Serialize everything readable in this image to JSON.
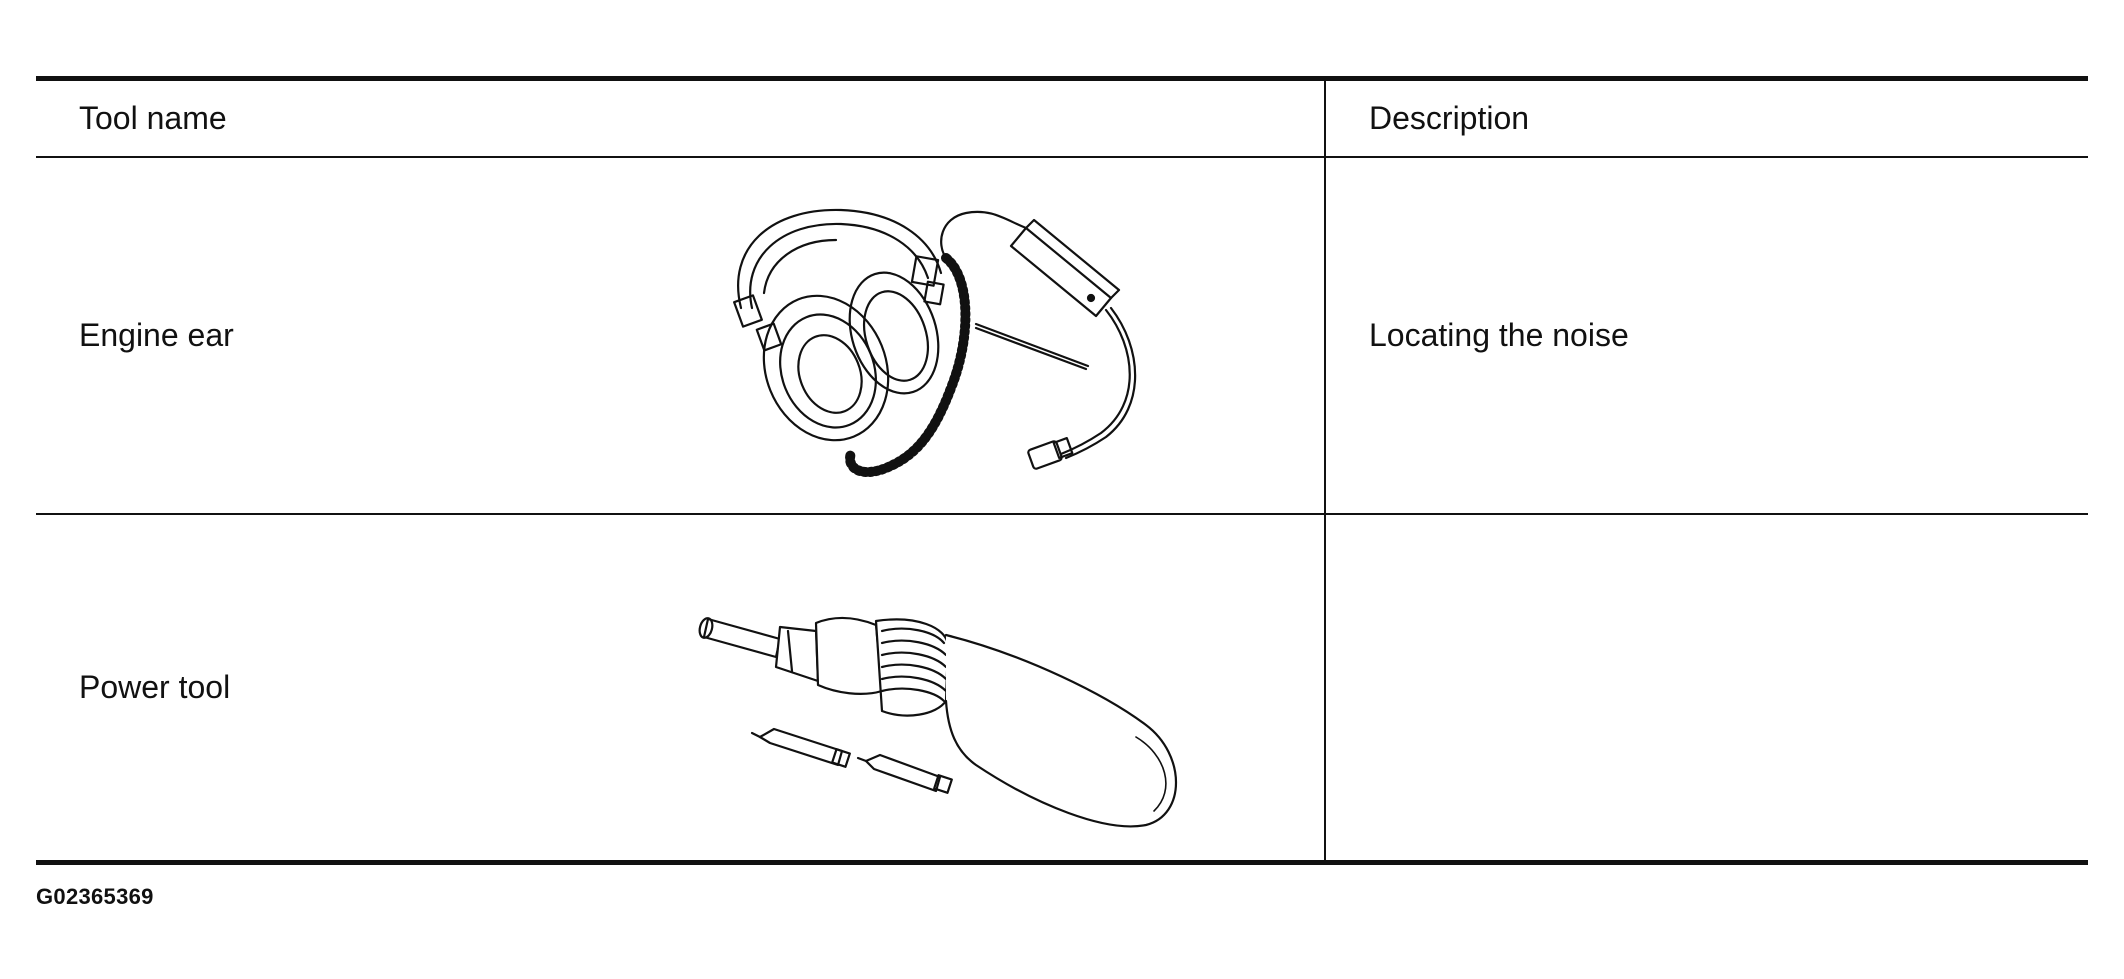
{
  "table": {
    "headers": {
      "tool_name": "Tool name",
      "description": "Description"
    },
    "rows": [
      {
        "tool_name": "Engine ear",
        "description": "Locating the noise",
        "illustration": "engine-ear-headphones-icon"
      },
      {
        "tool_name": "Power tool",
        "description": "",
        "illustration": "power-screwdriver-icon"
      }
    ]
  },
  "footer": {
    "figure_id": "G02365369"
  }
}
